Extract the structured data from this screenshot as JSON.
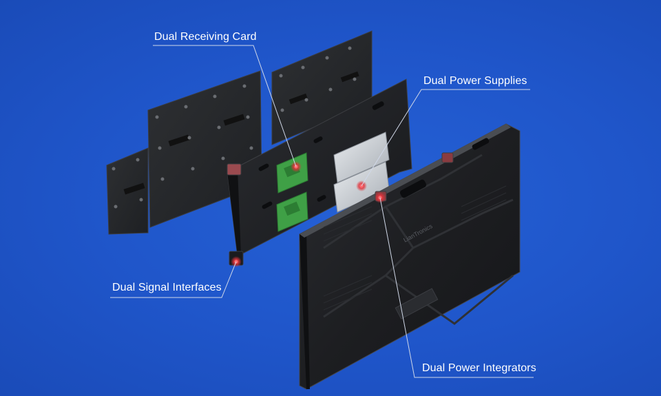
{
  "callouts": {
    "receiving_card": "Dual Receiving Card",
    "power_supplies": "Dual Power Supplies",
    "signal_interfaces": "Dual Signal Interfaces",
    "power_integrators": "Dual Power Integrators"
  },
  "product": {
    "brand_marking": "LianTronics"
  },
  "colors": {
    "background": "#1f55c9",
    "leader_line": "#d0d8e8",
    "marker": "#e0323a",
    "pcb_green": "#3fa046",
    "cabinet_dark": "#1c1d20"
  }
}
